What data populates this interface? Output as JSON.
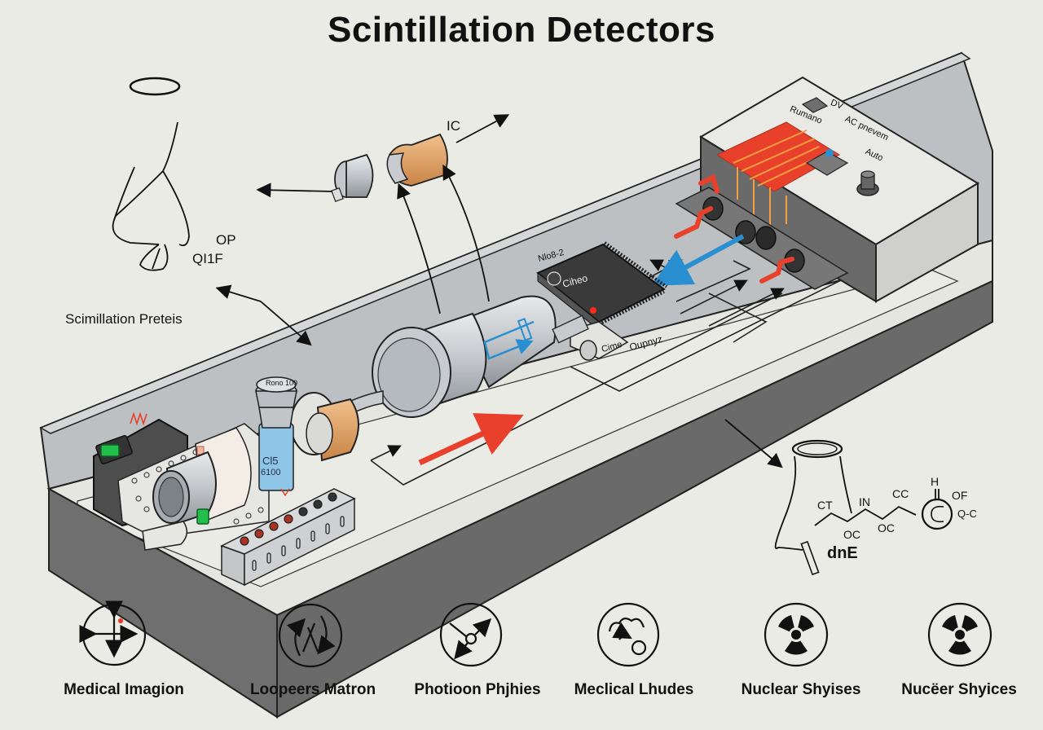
{
  "title": "Scintillation Detectors",
  "labels": {
    "ic": "IC",
    "op": "OP",
    "qhf": "QI1F",
    "scintillation_preteis": "Scimillation Preteis",
    "panel_reading": "Rumano",
    "panel_dv": "DV",
    "panel_ac": "AC pnevem",
    "panel_auto": "Auto",
    "chip_top": "Nlo8-2",
    "chip_name": "Ciheo",
    "chip_output_left": "Cime",
    "chip_output": "Oupnyz",
    "tube_top": "Rono 100",
    "tube_body_1": "Cl5",
    "tube_body_2": "6100",
    "flask_text": "dnE",
    "chem": {
      "ct": "CT",
      "in": "IN",
      "cc": "CC",
      "h": "H",
      "of": "OF",
      "oc1": "OC",
      "oc2": "OC",
      "qc": "Q-C"
    }
  },
  "applications": [
    {
      "label": "Medical Imagion",
      "icon": "crosshair-arrows-icon"
    },
    {
      "label": "Loopeers Matron",
      "icon": "cycle-arrows-icon"
    },
    {
      "label": "Photioon Phjhies",
      "icon": "photon-scatter-icon"
    },
    {
      "label": "Meclical Lhudes",
      "icon": "molecule-cycle-icon"
    },
    {
      "label": "Nuclear Shyises",
      "icon": "radiation-icon"
    },
    {
      "label": "Nucëer Shyices",
      "icon": "radiation-icon"
    }
  ],
  "colors": {
    "background": "#ebebe5",
    "base_top": "#e4e4df",
    "base_side": "#6d6d6d",
    "wall": "#b9bcbd",
    "accent_red": "#e8402a",
    "accent_orange": "#f08a24",
    "accent_blue": "#2a8fd0",
    "copper": "#d69a5f",
    "green": "#22c04a"
  }
}
